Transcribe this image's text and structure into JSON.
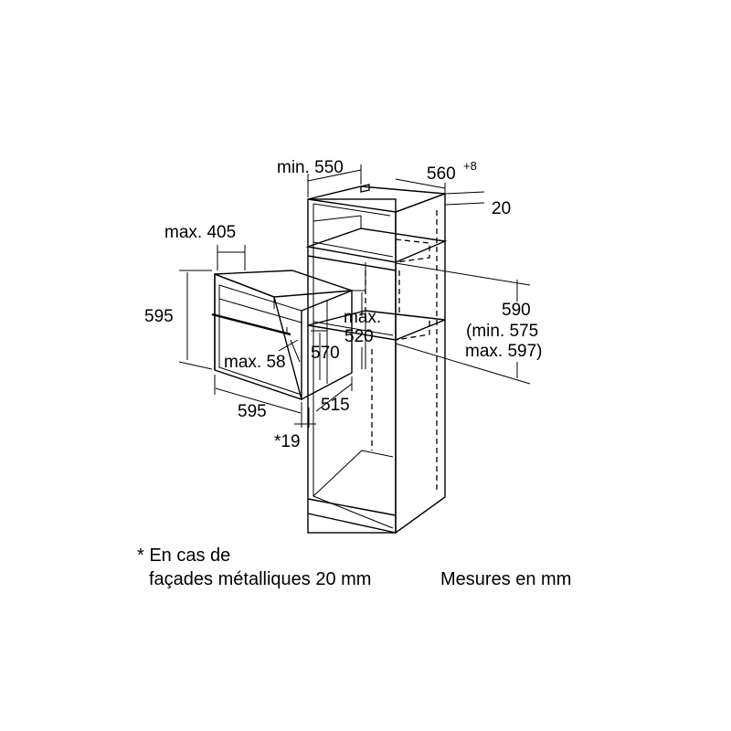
{
  "dimensions": {
    "cabinet_min_depth": "min. 550",
    "cabinet_width_base": "560",
    "cabinet_width_tol": "+8",
    "top_gap": "20",
    "niche_height": "590",
    "niche_min": "(min. 575",
    "niche_max": "max. 597)",
    "max_depth_panel": "max.",
    "max_depth_value": "520",
    "oven_max_width": "max. 405",
    "oven_height": "595",
    "oven_width": "595",
    "oven_front_max": "max. 58",
    "oven_body_height": "570",
    "oven_depth": "515",
    "front_thickness": "*19"
  },
  "notes": {
    "footnote_line1": "* En cas de",
    "footnote_line2": "façades métalliques 20 mm",
    "units": "Mesures en mm"
  }
}
